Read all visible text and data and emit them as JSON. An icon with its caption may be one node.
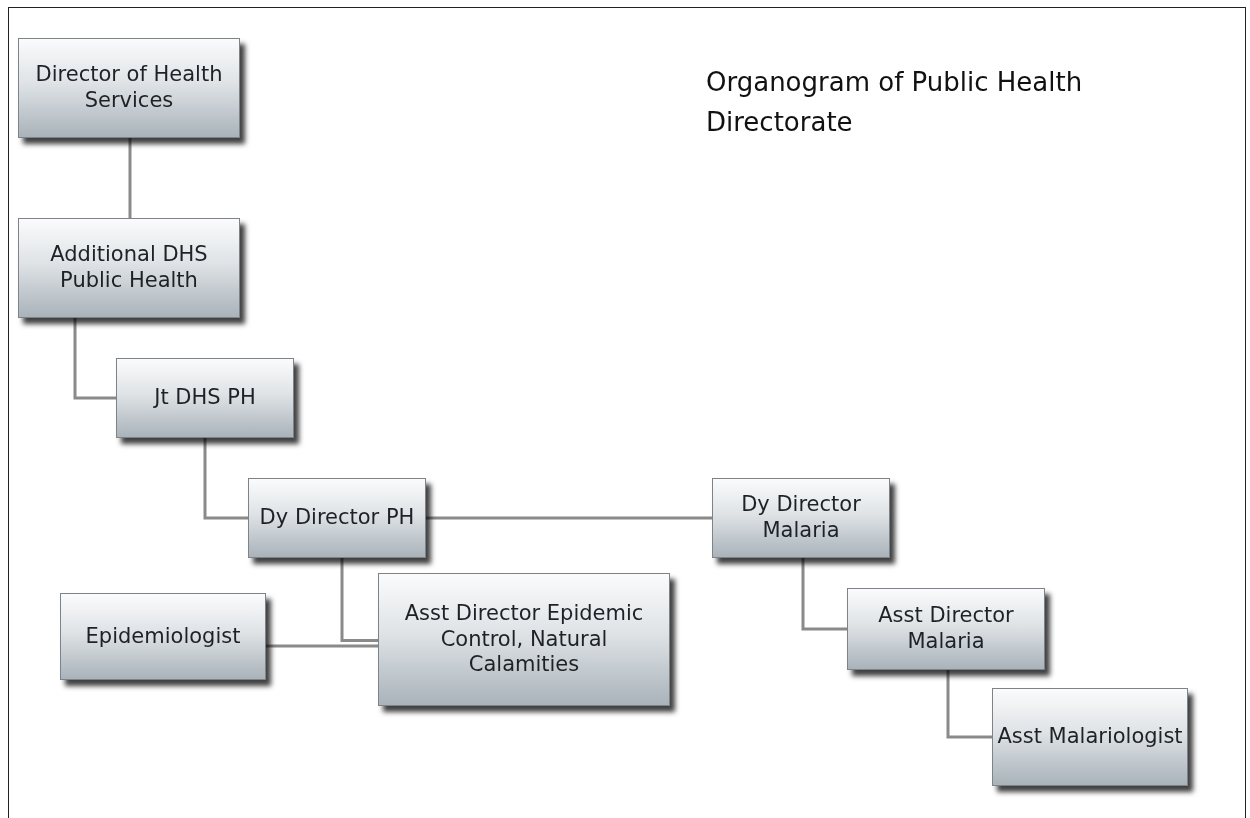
{
  "diagram": {
    "title": "Organogram of Public Health Directorate",
    "nodes": [
      {
        "text": [
          "Director of Health Services"
        ]
      },
      {
        "text": [
          "Additional DHS Public Health"
        ]
      },
      {
        "text": [
          "Jt DHS PH"
        ]
      },
      {
        "text": [
          "Dy Director PH"
        ]
      },
      {
        "text": [
          "Dy Director Malaria"
        ]
      },
      {
        "text": [
          "Epidemiologist"
        ]
      },
      {
        "text": [
          "Asst Director Epidemic Control, Natural Calamities"
        ]
      },
      {
        "text": [
          "Asst Director Malaria"
        ]
      },
      {
        "text": [
          "Asst Malariologist"
        ]
      }
    ],
    "edges": [
      {
        "from": 0,
        "to": 1,
        "arrow": "none"
      },
      {
        "from": 1,
        "to": 2,
        "arrow": "none"
      },
      {
        "from": 2,
        "to": 3,
        "arrow": "none"
      },
      {
        "from": 3,
        "to": 4,
        "arrow": "none"
      },
      {
        "from": 3,
        "to": 6,
        "arrow": "none"
      },
      {
        "from": 6,
        "to": 5,
        "arrow": "none"
      },
      {
        "from": 4,
        "to": 7,
        "arrow": "none"
      },
      {
        "from": 7,
        "to": 8,
        "arrow": "none"
      }
    ]
  }
}
